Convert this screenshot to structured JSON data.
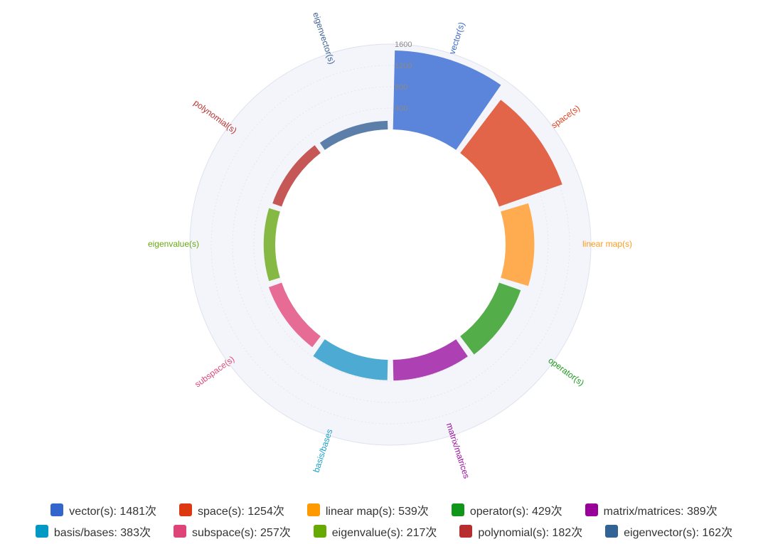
{
  "chart_data": {
    "type": "radial-bar",
    "radial_axis": {
      "ticks": [
        400,
        800,
        1200,
        1600
      ],
      "max": 1600
    },
    "grid": true,
    "legend_position": "bottom",
    "unit_suffix": "次",
    "categories": [
      "vector(s)",
      "space(s)",
      "linear map(s)",
      "operator(s)",
      "matrix/matrices",
      "basis/bases",
      "subspace(s)",
      "eigenvalue(s)",
      "polynomial(s)",
      "eigenvector(s)"
    ],
    "series": [
      {
        "values": [
          1481,
          1254,
          539,
          429,
          389,
          383,
          257,
          217,
          182,
          162
        ]
      }
    ],
    "bar_colors": [
      "#5b84db",
      "#e2654a",
      "#ffab4f",
      "#53ae4a",
      "#ad40b2",
      "#4daad3",
      "#e66c96",
      "#86b944",
      "#c55757",
      "#5b7fa9"
    ],
    "label_colors": [
      "#3a67c9",
      "#dc3f1f",
      "#ff9a1a",
      "#1f9a1f",
      "#99109c",
      "#1aa0c8",
      "#de4b79",
      "#66aa0f",
      "#b93030",
      "#3a6195"
    ],
    "legend_colors": [
      "#3366cc",
      "#dc3912",
      "#ff9900",
      "#109618",
      "#990099",
      "#0099c6",
      "#dd4477",
      "#66aa00",
      "#b82e2e",
      "#316395"
    ]
  },
  "legend": {
    "row1": [
      {
        "label": "vector(s): 1481次"
      },
      {
        "label": "space(s): 1254次"
      },
      {
        "label": "linear map(s): 539次"
      },
      {
        "label": "operator(s): 429次"
      },
      {
        "label": "matrix/matrices: 389次"
      }
    ],
    "row2": [
      {
        "label": "basis/bases: 383次"
      },
      {
        "label": "subspace(s): 257次"
      },
      {
        "label": "eigenvalue(s): 217次"
      },
      {
        "label": "polynomial(s): 182次"
      },
      {
        "label": "eigenvector(s): 162次"
      }
    ]
  }
}
